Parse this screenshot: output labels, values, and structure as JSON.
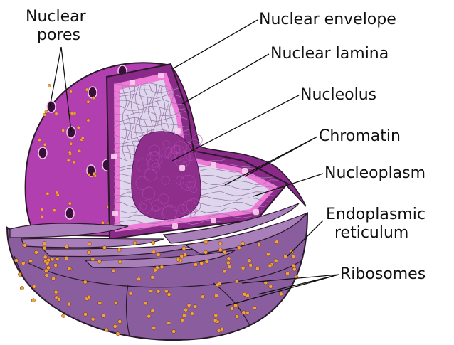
{
  "labels": {
    "nuclear_pores_line1": "Nuclear",
    "nuclear_pores_line2": "pores",
    "nuclear_envelope": "Nuclear envelope",
    "nuclear_lamina": "Nuclear lamina",
    "nucleolus": "Nucleolus",
    "chromatin": "Chromatin",
    "nucleoplasm": "Nucleoplasm",
    "er_line1": "Endoplasmic",
    "er_line2": "reticulum",
    "ribosomes": "Ribosomes"
  },
  "colors": {
    "envelope_outer": "#b23fb0",
    "envelope_dark": "#8a2a88",
    "lamina_pink": "#f07ad8",
    "lamina_light": "#fbd0f0",
    "nucleoplasm": "#ddd6ec",
    "nucleolus": "#8e2f8c",
    "er_purple": "#8a5d9e",
    "er_light": "#a97fba",
    "ribosome": "#f3a23a",
    "outline": "#2a1a2a"
  }
}
